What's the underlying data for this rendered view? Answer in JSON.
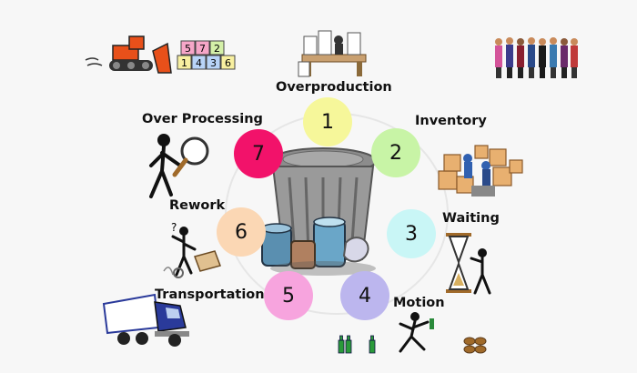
{
  "labels": {
    "overproduction": "Overproduction",
    "inventory": "Inventory",
    "waiting": "Waiting",
    "motion": "Motion",
    "transportation": "Transportation",
    "rework": "Rework",
    "over_processing": "Over Processing"
  },
  "circles": [
    {
      "number": "1",
      "color": "#f6f79a"
    },
    {
      "number": "2",
      "color": "#c8f4a6"
    },
    {
      "number": "3",
      "color": "#c9f6f6"
    },
    {
      "number": "4",
      "color": "#bcb6ee"
    },
    {
      "number": "5",
      "color": "#f7a4de"
    },
    {
      "number": "6",
      "color": "#fbd7b4"
    },
    {
      "number": "7",
      "color": "#f2126a"
    }
  ],
  "blocks": [
    "5",
    "7",
    "2",
    "1",
    "4",
    "3",
    "6"
  ],
  "block_colors": {
    "pink": "#f6a6c8",
    "blue": "#b8d4f8",
    "green": "#d4f0a8",
    "yellow": "#f8f0a0"
  },
  "question_mark": "?",
  "colors": {
    "background": "#f7f7f7",
    "bin": "#9a9a9a",
    "bulldozer": "#e8501a"
  }
}
